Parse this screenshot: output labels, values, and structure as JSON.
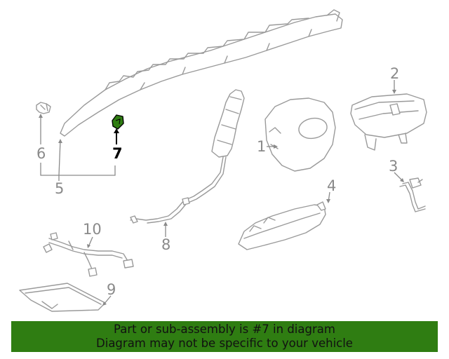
{
  "diagram": {
    "callouts": [
      {
        "id": "1",
        "label": "1"
      },
      {
        "id": "2",
        "label": "2"
      },
      {
        "id": "3",
        "label": "3"
      },
      {
        "id": "4",
        "label": "4"
      },
      {
        "id": "5",
        "label": "5"
      },
      {
        "id": "6",
        "label": "6"
      },
      {
        "id": "7",
        "label": "7"
      },
      {
        "id": "8",
        "label": "8"
      },
      {
        "id": "9",
        "label": "9"
      },
      {
        "id": "10",
        "label": "10"
      }
    ],
    "highlighted_part": "7",
    "highlight_color": "#2f7d12"
  },
  "banner": {
    "line1": "Part or sub-assembly is #7 in diagram",
    "line2": "Diagram may not be specific to your vehicle",
    "background_color": "#2f7d12"
  }
}
